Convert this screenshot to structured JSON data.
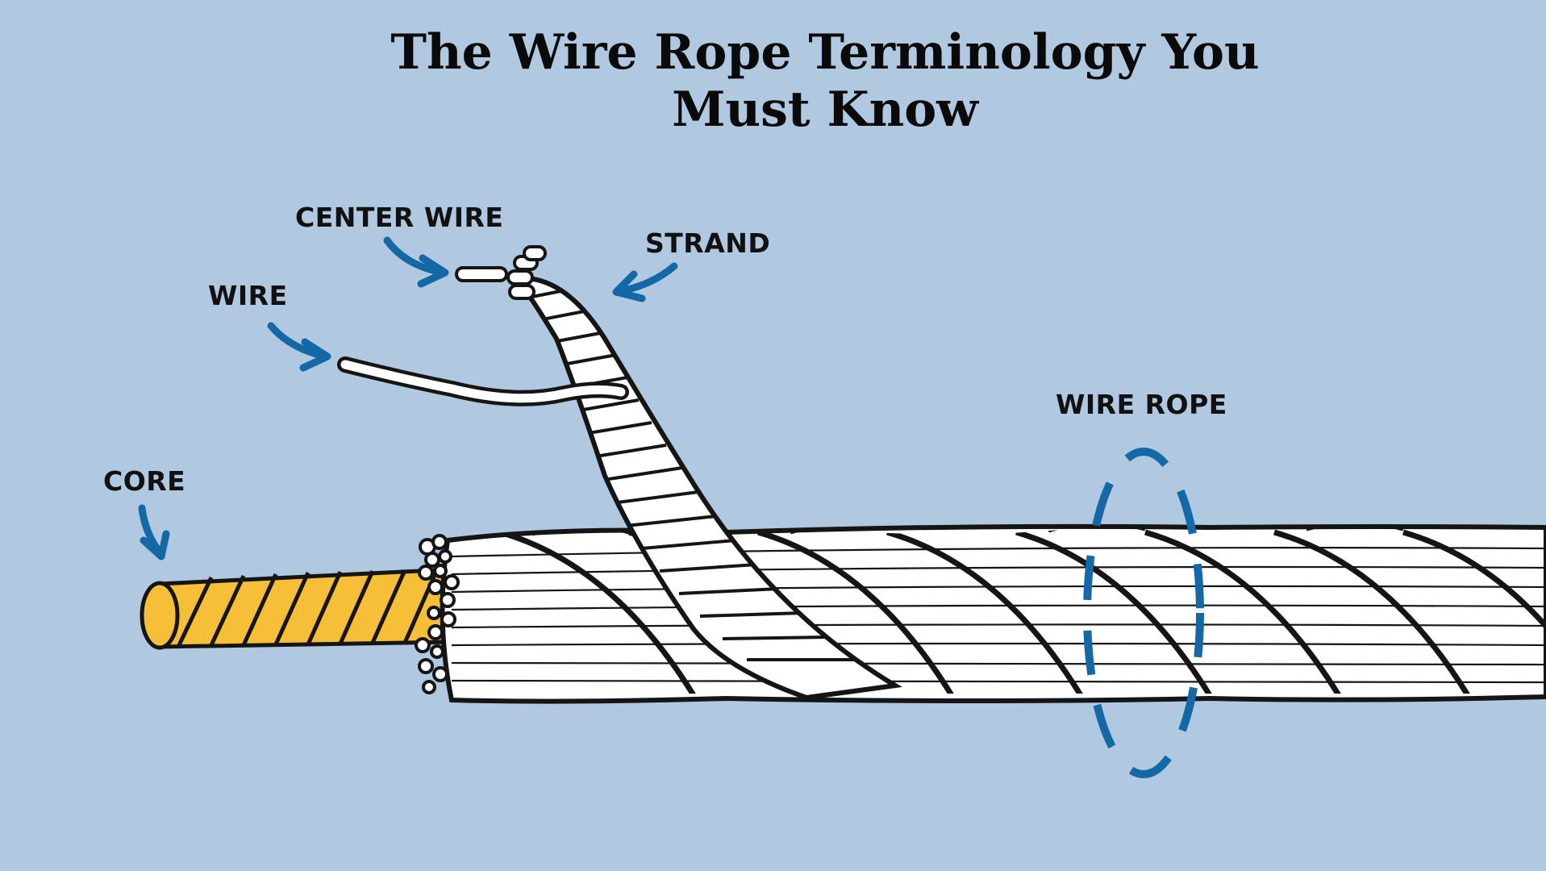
{
  "title": {
    "line1": "The Wire Rope Terminology You",
    "line2": "Must Know"
  },
  "labels": {
    "center_wire": "CENTER WIRE",
    "strand": "STRAND",
    "wire": "WIRE",
    "wire_rope": "WIRE ROPE",
    "core": "CORE"
  },
  "colors": {
    "background": "#b0c8e0",
    "arrow": "#1468a6",
    "core": "#f7be38",
    "steel": "#ffffff",
    "outline": "#151515"
  }
}
